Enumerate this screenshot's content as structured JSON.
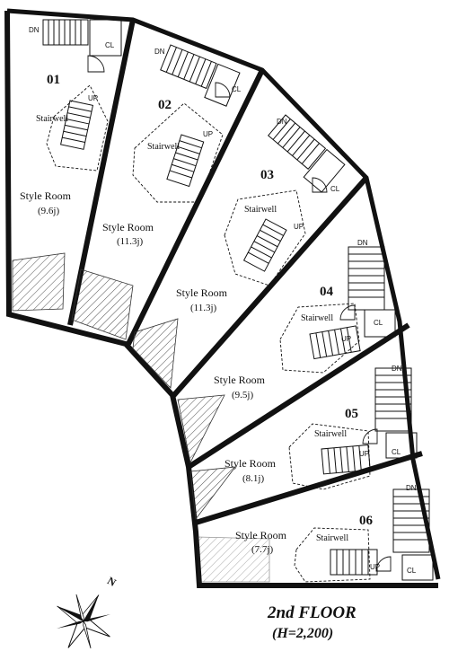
{
  "floor": {
    "title": "2nd FLOOR",
    "height_note": "(H=2,200)"
  },
  "compass": {
    "north_label": "N"
  },
  "units": [
    {
      "number": "01",
      "room_name": "Style Room",
      "room_size": "(9.6j)",
      "stair_label": "Stairwell",
      "up_label": "UP",
      "down_label": "DN",
      "closet_label": "CL"
    },
    {
      "number": "02",
      "room_name": "Style Room",
      "room_size": "(11.3j)",
      "stair_label": "Stairwell",
      "up_label": "UP",
      "down_label": "DN",
      "closet_label": "CL"
    },
    {
      "number": "03",
      "room_name": "Style Room",
      "room_size": "(11.3j)",
      "stair_label": "Stairwell",
      "up_label": "UP",
      "down_label": "DN",
      "closet_label": "CL"
    },
    {
      "number": "04",
      "room_name": "Style Room",
      "room_size": "(9.5j)",
      "stair_label": "Stairwell",
      "up_label": "UP",
      "down_label": "DN",
      "closet_label": "CL"
    },
    {
      "number": "05",
      "room_name": "Style Room",
      "room_size": "(8.1j)",
      "stair_label": "Stairwell",
      "up_label": "UP",
      "down_label": "DN",
      "closet_label": "CL"
    },
    {
      "number": "06",
      "room_name": "Style Room",
      "room_size": "(7.7j)",
      "stair_label": "Stairwell",
      "up_label": "UP",
      "down_label": "DN",
      "closet_label": "CL"
    }
  ]
}
